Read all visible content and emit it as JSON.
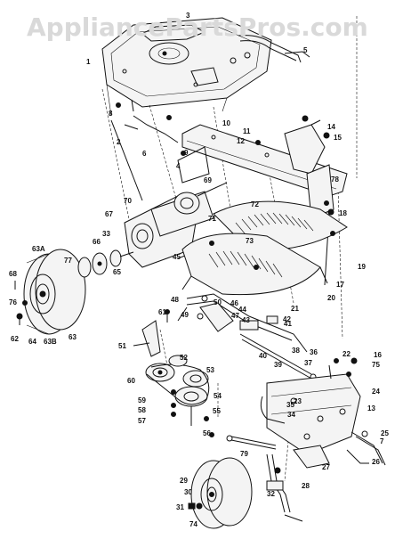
{
  "watermark": "AppliancePartsPros.com",
  "part_labels": [
    "1",
    "2",
    "3",
    "4",
    "5",
    "6",
    "7",
    "8",
    "9",
    "10",
    "11",
    "12",
    "13",
    "14",
    "15",
    "16",
    "17",
    "18",
    "19",
    "20",
    "21",
    "22",
    "23",
    "24",
    "25",
    "26",
    "27",
    "28",
    "29",
    "30",
    "31",
    "32",
    "33",
    "34",
    "35",
    "36",
    "37",
    "38",
    "39",
    "40",
    "41",
    "42",
    "43",
    "44",
    "45",
    "46",
    "47",
    "48",
    "49",
    "50",
    "51",
    "52",
    "53",
    "54",
    "55",
    "56",
    "57",
    "58",
    "59",
    "60",
    "61",
    "62",
    "63",
    "63A",
    "63B",
    "64",
    "65",
    "66",
    "67",
    "68",
    "69",
    "70",
    "71",
    "72",
    "73",
    "74",
    "75",
    "76",
    "77",
    "78",
    "79"
  ]
}
